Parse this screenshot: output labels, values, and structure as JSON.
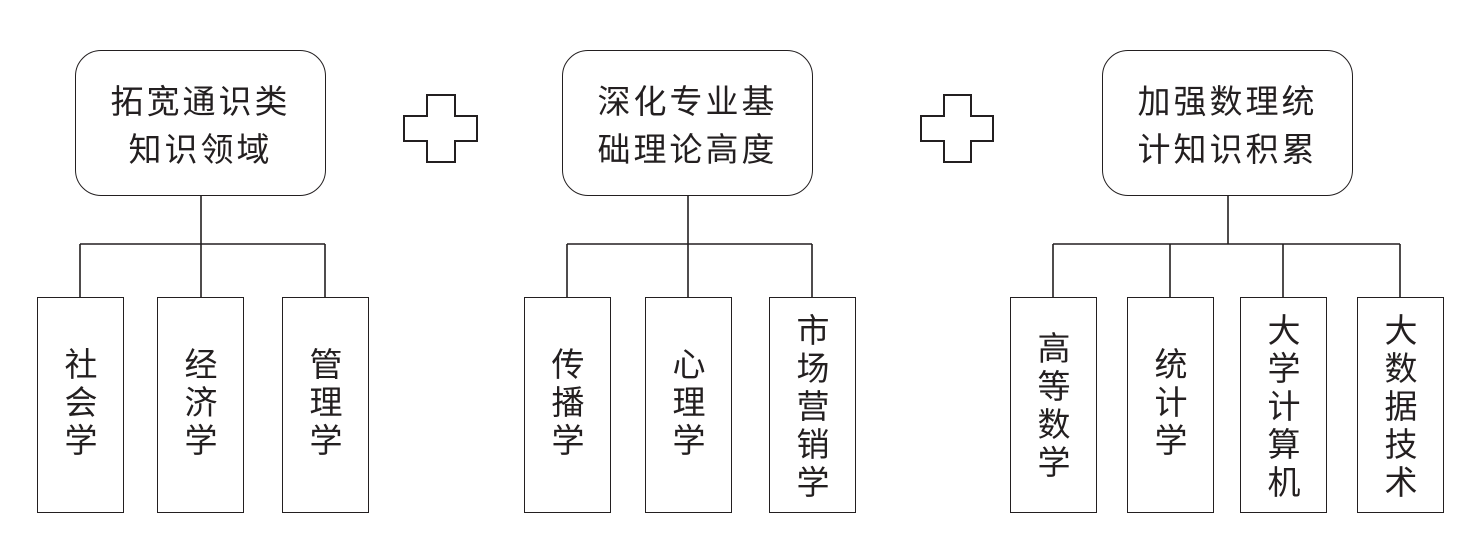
{
  "groups": [
    {
      "title_line1": "拓宽通识类",
      "title_line2": "知识领域",
      "items": [
        "社会学",
        "经济学",
        "管理学"
      ]
    },
    {
      "title_line1": "深化专业基",
      "title_line2": "础理论高度",
      "items": [
        "传播学",
        "心理学",
        "市场营销学"
      ]
    },
    {
      "title_line1": "加强数理统",
      "title_line2": "计知识积累",
      "items": [
        "高等数学",
        "统计学",
        "大学计算机",
        "大数据技术"
      ]
    }
  ],
  "operators": [
    "plus-icon",
    "plus-icon"
  ],
  "colors": {
    "stroke": "#231f20",
    "background": "#ffffff"
  }
}
